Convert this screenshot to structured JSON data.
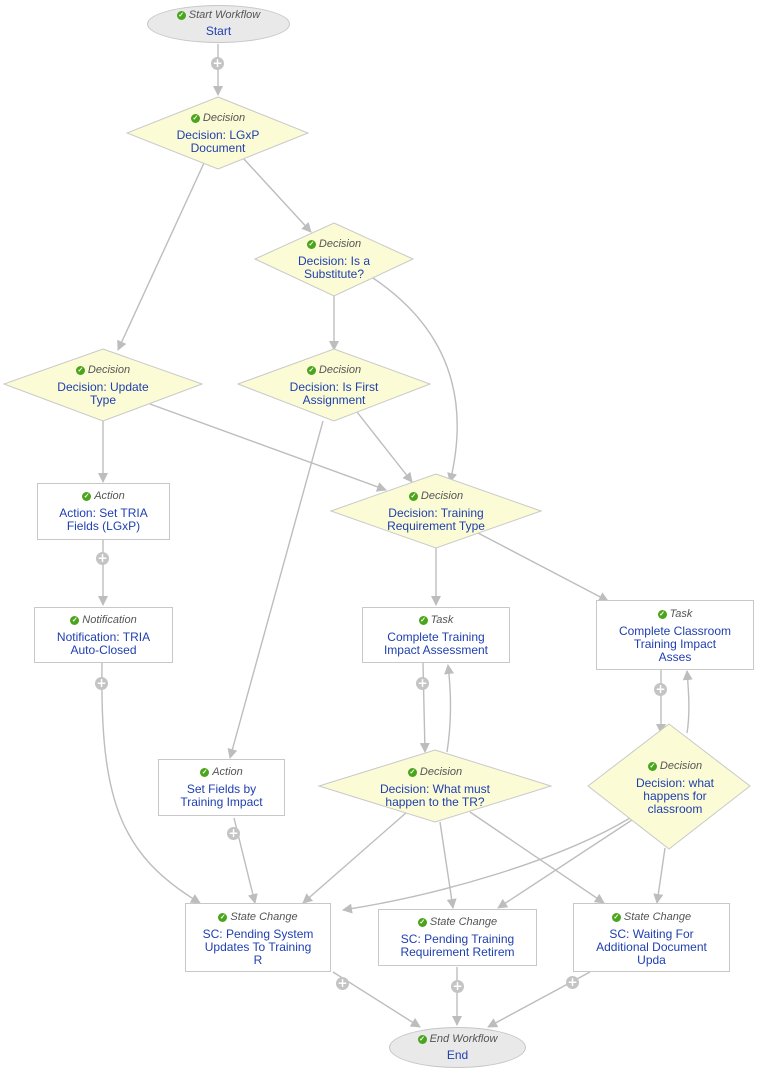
{
  "nodes": {
    "start": {
      "kind": "Start Workflow",
      "label": "Start"
    },
    "d_lgxp": {
      "kind": "Decision",
      "label1": "Decision: LGxP",
      "label2": "Document"
    },
    "d_substitute": {
      "kind": "Decision",
      "label1": "Decision: Is a",
      "label2": "Substitute?"
    },
    "d_update_type": {
      "kind": "Decision",
      "label1": "Decision: Update",
      "label2": "Type"
    },
    "d_first_assign": {
      "kind": "Decision",
      "label1": "Decision: Is First",
      "label2": "Assignment"
    },
    "d_training_req": {
      "kind": "Decision",
      "label1": "Decision: Training",
      "label2": "Requirement Type"
    },
    "a_set_tria": {
      "kind": "Action",
      "label1": "Action: Set TRIA",
      "label2": "Fields (LGxP)"
    },
    "n_tria_closed": {
      "kind": "Notification",
      "label1": "Notification: TRIA",
      "label2": "Auto-Closed"
    },
    "t_complete_tia": {
      "kind": "Task",
      "label1": "Complete Training",
      "label2": "Impact Assessment"
    },
    "t_classroom": {
      "kind": "Task",
      "label1": "Complete Classroom",
      "label2": "Training Impact",
      "label3": "Asses"
    },
    "a_set_fields": {
      "kind": "Action",
      "label1": "Set Fields by",
      "label2": "Training Impact"
    },
    "d_what_must": {
      "kind": "Decision",
      "label1": "Decision: What must",
      "label2": "happen to the TR?"
    },
    "d_classroom": {
      "kind": "Decision",
      "label1": "Decision: what",
      "label2": "happens for",
      "label3": "classroom"
    },
    "sc_pending_system": {
      "kind": "State Change",
      "label1": "SC: Pending System",
      "label2": "Updates To Training",
      "label3": "R"
    },
    "sc_pending_training": {
      "kind": "State Change",
      "label1": "SC: Pending Training",
      "label2": "Requirement Retirem"
    },
    "sc_waiting": {
      "kind": "State Change",
      "label1": "SC: Waiting For",
      "label2": "Additional Document",
      "label3": "Upda"
    },
    "end": {
      "kind": "End Workflow",
      "label": "End"
    }
  },
  "icons": {
    "check": "check-circle-icon",
    "plus": "plus-circle-icon"
  },
  "colors": {
    "label": "#1f3fb0",
    "kind": "#555555",
    "diamond_fill": "#fbfbd5",
    "edge": "#bdbdbd",
    "check": "#4aa51c"
  }
}
